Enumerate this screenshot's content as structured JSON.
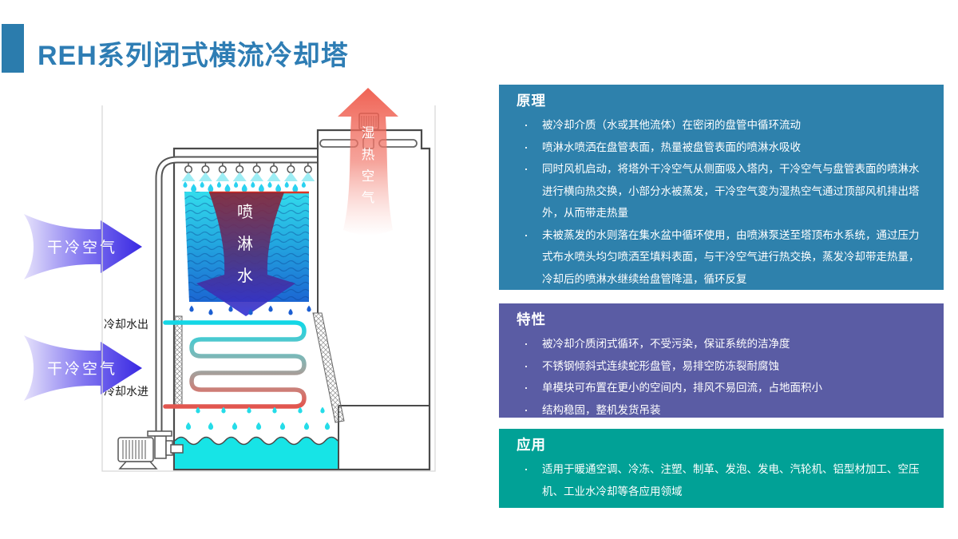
{
  "slide": {
    "title": "REH系列闭式横流冷却塔",
    "title_color": "#2e7db4",
    "accent_bar_color": "#2b7cad",
    "background": "#ffffff"
  },
  "diagram": {
    "labels": {
      "dry_cold_air_upper": "干冷空气",
      "dry_cold_air_lower": "干冷空气",
      "wet_hot_air": "湿热空气",
      "spray_water": "喷淋水",
      "cooling_water_out": "冷却水出",
      "cooling_water_in": "冷却水进"
    },
    "colors": {
      "cold_air_arrow": "#3626e2",
      "hot_air_arrow": "#ed4736",
      "basin_water": "#17e4e6",
      "coil_cold_end": "#12d7e6",
      "coil_hot_end": "#e2554e"
    }
  },
  "panels": [
    {
      "title": "原理",
      "color": "#2e81ac",
      "bullets": [
        "被冷却介质（水或其他流体）在密闭的盘管中循环流动",
        "喷淋水喷洒在盘管表面，热量被盘管表面的喷淋水吸收",
        "同时风机启动，将塔外干冷空气从侧面吸入塔内，干冷空气与盘管表面的喷淋水进行横向热交换，小部分水被蒸发，干冷空气变为湿热空气通过顶部风机排出塔外，从而带走热量",
        "未被蒸发的水则落在集水盆中循环使用，由喷淋泵送至塔顶布水系统，通过压力式布水喷头均匀喷洒至填料表面，与干冷空气进行热交换，蒸发冷却带走热量，冷却后的喷淋水继续给盘管降温，循环反复"
      ]
    },
    {
      "title": "特性",
      "color": "#5a5ca4",
      "bullets": [
        "被冷却介质闭式循环，不受污染，保证系统的洁净度",
        "不锈钢倾斜式连续蛇形盘管，易排空防冻裂耐腐蚀",
        "单模块可布置在更小的空间内，排风不易回流，占地面积小",
        "结构稳固，整机发货吊装"
      ]
    },
    {
      "title": "应用",
      "color": "#01a196",
      "bullets": [
        "适用于暖通空调、冷冻、注塑、制革、发泡、发电、汽轮机、铝型材加工、空压 机、工业水冷却等各应用领域"
      ]
    }
  ]
}
